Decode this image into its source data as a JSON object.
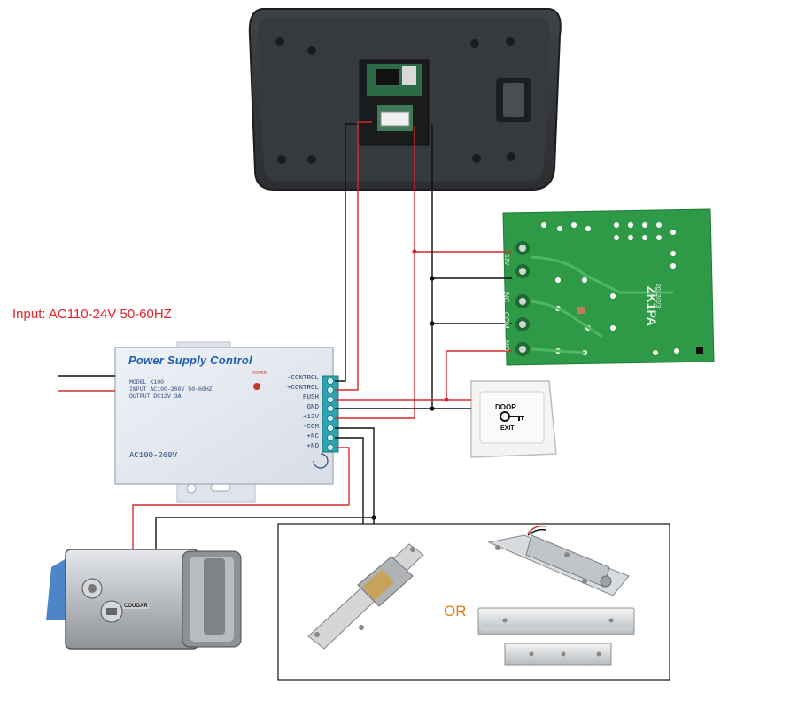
{
  "input_label": "Input: AC110-24V 50-60HZ",
  "power_supply": {
    "title": "Power Supply Control",
    "model": "MODEL  K100",
    "input": "INPUT  AC100-260V 50-60HZ",
    "output": "OUTPUT DC12V 3A",
    "ac_range": "AC100-260V",
    "power_led_label": "POWER",
    "terminals": [
      "-CONTROL",
      "+CONTROL",
      "PUSH",
      "GND",
      "+12V",
      "-COM",
      "+NC",
      "+NO"
    ]
  },
  "relay_board": {
    "name": "ZK1PA",
    "date": "2012/2/3",
    "pins": [
      "12V",
      "NC",
      "COM",
      "NO"
    ]
  },
  "exit_button": {
    "top_text": "DOOR",
    "bottom_text": "EXIT"
  },
  "lock_brand": "COUGAR",
  "or_label": "OR",
  "colors": {
    "wire_red": "#d42a2a",
    "wire_black": "#111111",
    "label_red": "#e3242b",
    "or_orange": "#e07a20",
    "psc_blue": "#1f5fb3",
    "board_green": "#2e9a48"
  },
  "icons": [
    "key-icon",
    "led-indicator-icon"
  ]
}
